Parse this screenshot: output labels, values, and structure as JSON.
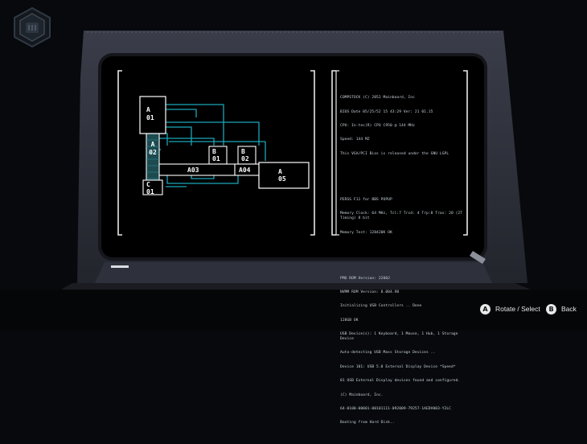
{
  "chips": [
    {
      "id": "a01",
      "lines": [
        "A",
        "01"
      ]
    },
    {
      "id": "a02",
      "lines": [
        "A",
        "02"
      ]
    },
    {
      "id": "b01",
      "lines": [
        "B",
        "01"
      ]
    },
    {
      "id": "b02",
      "lines": [
        "B",
        "02"
      ]
    },
    {
      "id": "a03",
      "lines": [
        "A03"
      ]
    },
    {
      "id": "a04",
      "lines": [
        "A04"
      ]
    },
    {
      "id": "a05",
      "lines": [
        "A",
        "05"
      ]
    },
    {
      "id": "c01",
      "lines": [
        "C",
        "01"
      ]
    }
  ],
  "bios_blocks": [
    [
      "COMPSTOCK (C) 2052 Mainboard, Inc",
      "BIOS Date 05/25/52 15 43:29 Ver: 21 01.15",
      "CPU: In-tec(R) CPU C950 @ 144 MHz",
      "Speed: 144 MZ",
      "This VGA/PCI Bios is released under the GNU LGPL"
    ],
    [
      "PERSS F11 for BBS POPUP",
      "Memory Clock: 64 MHz, Tcl:7 Trcd: 4 Trp:8 Tras: 20 (2T Timing) 8 bit",
      "Memory Test: 128420K OK"
    ],
    [
      "PMU ROM Version: 2200J",
      "NVMM ROM Version: 8.004.98",
      "Initializing USB Controllers .. Done",
      "128GB OK",
      "USB Device(s): 1 Keyboard, 1 Mouse, 1 Hub, 1 Storage Device",
      "Auto-detecting USB Mass Storage Devices ..",
      "Device 101: USB 5.0 External Display Device *Speed*",
      "01 USB External Display devices found and configured.",
      "(C) Mainboard, Inc.",
      "64-0100-00001-00101111-092009-79257-1AEDV003-Y2LC",
      "Booting from Hard Disk.."
    ]
  ],
  "hud": {
    "rotate_key": "A",
    "rotate_label": "Rotate / Select",
    "back_key": "B",
    "back_label": "Back"
  },
  "colors": {
    "wire": "#1aa7b8",
    "chip_border": "#ffffff",
    "screen_bg": "#000000",
    "frame": "#2b2e38"
  }
}
